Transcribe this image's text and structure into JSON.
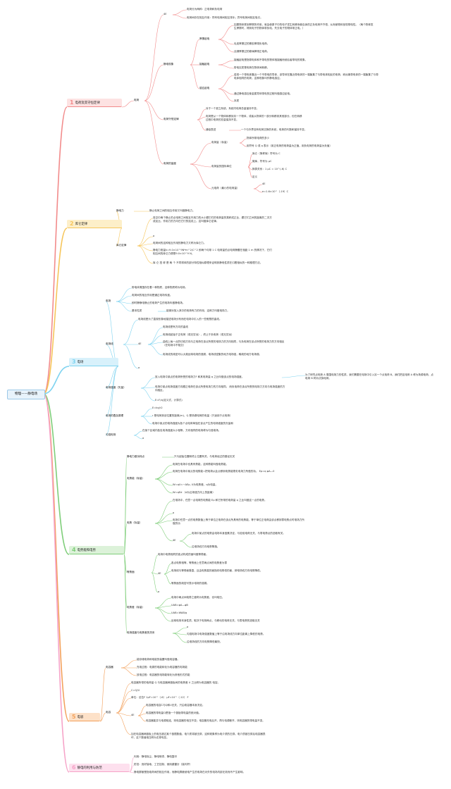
{
  "root": "物理——静电场",
  "branches": [
    {
      "num": "1",
      "label": "电荷及其守恒定律",
      "color": "#f28b8b",
      "bg": "#fde2e2"
    },
    {
      "num": "2",
      "label": "库仑定律",
      "color": "#f6c55a",
      "bg": "#fdefc9"
    },
    {
      "num": "3",
      "label": "电场",
      "color": "#7ed3f0",
      "bg": "#d8f1fb"
    },
    {
      "num": "4",
      "label": "电势能和电势",
      "color": "#7fce7a",
      "bg": "#dcf2d9"
    },
    {
      "num": "5",
      "label": "电容",
      "color": "#f3a15c",
      "bg": "#fde1c8"
    },
    {
      "num": "6",
      "label": "静电的利用与防范",
      "color": "#f6a3c8",
      "bg": "#fde0ee"
    }
  ],
  "b1": {
    "dianhe": "电荷",
    "yi": "4E",
    "yi_1": "电荷分为两种：正电荷和负电荷",
    "yi_2": "电荷间存在相互作用：同号电荷间相互排斥；异号电荷间相互吸引。",
    "jingdian": "静电现象",
    "mocha": "摩擦起电",
    "mocha_1": "如果物体受到摩擦的作用，就会使原子中的电子发生转移而使自身的正负电荷不守恒，从而使物体呈现带电性。（两个物体发生摩擦时，得到电子的物体带负电，失去电子的物体带正电。）",
    "mocha_2": "毛皮摩擦过的橡胶棒带负电荷。",
    "mocha_3": "丝绸摩擦过的玻璃棒带正电荷。",
    "jiechu": "接触起电",
    "jiechu_1": "接触起电是指带电体和不带电的物体相接触而使后者带电的现象。",
    "jiechu_2": "带电实质是电荷在物体间转移。",
    "ganying": "感应起电",
    "ganying_1": "若将一个带电体靠近一个不带电的导体，该导体在靠近带电体的一端聚集了与带电体相反的电荷，而远离带电体的一端聚集了与带电体相同的电荷，这种现象叫作静电感应。",
    "ganying_2": "通过静电感应使金属导体带电的过程叫做感应起电。",
    "benzhi": "本质",
    "shouheng": "电荷守恒定律",
    "shouheng_1": "对于一个孤立系统，系统内电荷总量保持不变。",
    "shouheng_2": "电荷是从一个物体转移到另一个物体，或者从物体的一部分转移到其他部分。但在转移过程中电荷的总量保持不变。",
    "tongchang": "通俗表述",
    "tongchang_1": "一个与外界没有电荷交换的系统，电荷的代数和保持不变。",
    "liang": "电荷的量度",
    "dianheliang": "电荷量（标量）",
    "dianheliang_1": "物体所带电荷的多少",
    "dianheliang_2": "用符号 Q 或 q 表示（用正电荷的电荷量为正值，用负电荷的电荷量为负值）",
    "danwei": "电荷量的国际单位",
    "danwei_1": "库仑（简称库）符号为 C",
    "danwei_2": "微库，符号为 μC",
    "danwei_3": "换算关系：1 μC = 10^(-6) C",
    "danwei_4": "定义",
    "yuan": "元电荷（最小的电荷量）",
    "yuan_1": "e=1.6×10^（-19）C",
    "yuan_0": "4E"
  },
  "b2": {
    "jingdianli": "静电力",
    "jingdianli_1": "静止电荷之间的相互作用又叫做静电力。",
    "kulun": "库仑定律",
    "kulun_1": "真空中两个静止的点电荷之间相互作用力的大小跟它们的电荷量的乘积成正比，跟它们之间的距离的二次方成反比，作用力的方向在它们的连线上。这叫做库仑定律。",
    "kulun_2": "a",
    "kulun_3": "电荷间的这种相互作用的静电力又称为库仑力。",
    "kulun_4": "静电力常量k=9.0×10^9N*m^2/C^2 即两个均带 1 C 电荷量的点电荷静置在相距 1 m 的情况下，它们相互间的库仑力便是9.0×10^9 N。",
    "kulun_5": "库 仑 扭 秤 是 两 个 不同球体的部分特性相似原理来证明其静电性质在引着相似的一种推理方法。"
  },
  "b3": {
    "dianchang": "电场",
    "dianchang_1": "带电体周围存在着一种物质，这种物质称为电场。",
    "dianchang_2": "电荷间的相互作用是通过电场传递。",
    "dianchang_3": "即时静静电静止的电荷产生的电场叫做静电场。",
    "jiben": "基本性质",
    "jiben_1": "能够对放入其中的电荷有力的作用，这种力叫做电场力。",
    "xian": "电场线",
    "xian_0": "电场线是为了直观形象地描述电场分布而在电场中引入的一些假想的曲线。",
    "xian_4e": "4E",
    "xian_1": "电场线是有方向的曲线",
    "xian_2": "电场线起始于正电荷（或无穷远），终止于负电荷（或无穷远）",
    "xian_3": "曲线上每一点的切线方向与正电荷在该点所受的电场力的方向相同，与负电荷在该点所受的电场力的方向相反（在电场中不相交）",
    "xian_4": "电场线的疏密可以大致反映电场的强弱，电场线密集的地方电场强，稀疏的地方电场弱。",
    "xian_a": "a",
    "qiangdu": "电场强度（矢量）",
    "qiangdu_1": "放入电场中某点的电荷所受的电场力F 和其电荷量 q 之比叫做该点的电场强度。",
    "qiangdu_side": "为了研究点电荷 A 周围电场力的性质，我们需要在电场中引入另一个点电荷 B。我们把这电荷 A 称为场源电荷，点电荷 B 称为试探电荷。",
    "qiangdu_2": "电场中某点电场强度方向跟正电荷在该点所受电场力的方向相同。 而负电荷在该点所受的电场力方向与电场强度的方向相反。",
    "qiangdu_3": "E=F/q(定义式，计算式)",
    "diejia": "电场的叠加原理",
    "diejia_1": "E=kq/r2",
    "diejia_2": "r 是电荷到该位置的距离(m)，Q 是场源电荷的电量（只适用于点电荷）",
    "diejia_3": "电场中某点的电场强度为各个点电荷单独在该点产生的电场强度的矢量和",
    "yunqiang": "匀强电场",
    "yunqiang_1": "在某个区域内各处电场强度大小相等，方向相同的电场称为匀强电场。",
    "yunqiang_2": "a"
  },
  "b4": {
    "tedian": "静电力做功特点",
    "tedian_1": "只与起始位置和终止位置有关，与电荷经过的路径无关",
    "shineng": "电势能（标量）",
    "shineng_1": "电荷在电场中也具有势能，这种势能叫做电势能。",
    "shineng_2": "电荷在电场中某点的电势能=把电荷从此点移到电势能零处电场力所做的功。 Ep=q φA—0",
    "shineng_3": "W=qU=−ΔEp, U为电势差，q为电量。",
    "shineng_4": "W=qEd （d为沿场强方向上的距离）",
    "dianshi": "电势（标量）",
    "dianshi_1": "在电场中，任意一点电荷的电势能 Ep 和它所带的电荷量 q 之比叫做这一点的电势。",
    "dianshi_a": "a",
    "dianshi_2": "电场中任意一点的电势数值上等于单位正电荷在该点所具有的电势能，等于单位正电荷由该点移到零电势点时电场力所做的功",
    "dianshi_4e": "4E",
    "dianshi_3": "电场中某点的电势由电场本身因素决定，与检验电荷无关，与零电势点的选取有关。",
    "dianshi_4": "沿电场线方向电势降落。",
    "dengshi": "等势面",
    "dengshi_0": "电场中电势相同的各点构成的面叫做等势面。",
    "dengshi_4e": "4E",
    "dengshi_1": "各点电势相等，等势面上任意两点间的电势差为零",
    "dengshi_2": "电场线与等势面垂直，且由电势高的面指向电势低的面，即电场线方向电势降低。",
    "dengshi_3": "等势面的疏密可表示电场的强弱。",
    "dengshi_a": "a",
    "shicha": "电势差（标量）",
    "shicha_1": "电场中两点间电势之差称为电势差，也叫电压。",
    "shicha_2": "UAB=φA—φB",
    "shicha_3": "UAB=WAB/q",
    "shicha_4": "反映电场本身性质，取决于电场两点，与移动的电荷无关，与零电势的选取无关",
    "guanxi": "电场强度与电势差的关系",
    "guanxi_a": "a",
    "guanxi_1": "匀强电场中电场强度数值上等于沿电场线方向单位距离上降低的电势。",
    "guanxi_2": "沿电场线的方向电势降低最快。"
  },
  "b5": {
    "rongqi": "电容器",
    "rongqi_1": "能存储电荷和电能的装置叫做电容器。",
    "rongqi_2": "充电过程：电源的电能转化为电容器的电场能",
    "rongqi_3": "放电过程：电容器的电场能转化为其他形式的能",
    "dianrong": "电容",
    "dianrong_1": "电容器所带的电荷量 Q 与电容器两极板间的电势差 U 之比称为电容器的 电容。",
    "dianrong_2": "C=Q/U",
    "dianrong_3": "单位：法拉F 1pF=10^（-6） μF=10^（-12） F",
    "dianrong_4e": "4E",
    "dianrong_4": "电容器的电容C与Q和U无关，只由电容器本身决定。",
    "dianrong_5": "电容器的带电量Q是指一个极板带电量的绝对值。",
    "dianrong_6": "电容器能并与电源相连，则电容器的电压不变；电容器充电后开，再与电源断开，则电容器的带电量不变。",
    "dianrong_7": "加在电容器两极板上的电压超过某个极限数值，电介质将被击穿，这种现象称为电介质的击穿。电介质被击穿后电容器损坏，这个数值电压称为击穿电压。"
  },
  "b6": {
    "liyong": "利用：静电除尘、静电喷漆、静电复印",
    "fangfan": "防范：良好接地、工艺控制、使用避雷针（接闪杆）",
    "pingbi": "静电屏蔽是指电荷间的相互作用，而静电屏蔽使电产生的电场在对外的电场内部无效而不产生影响。"
  }
}
